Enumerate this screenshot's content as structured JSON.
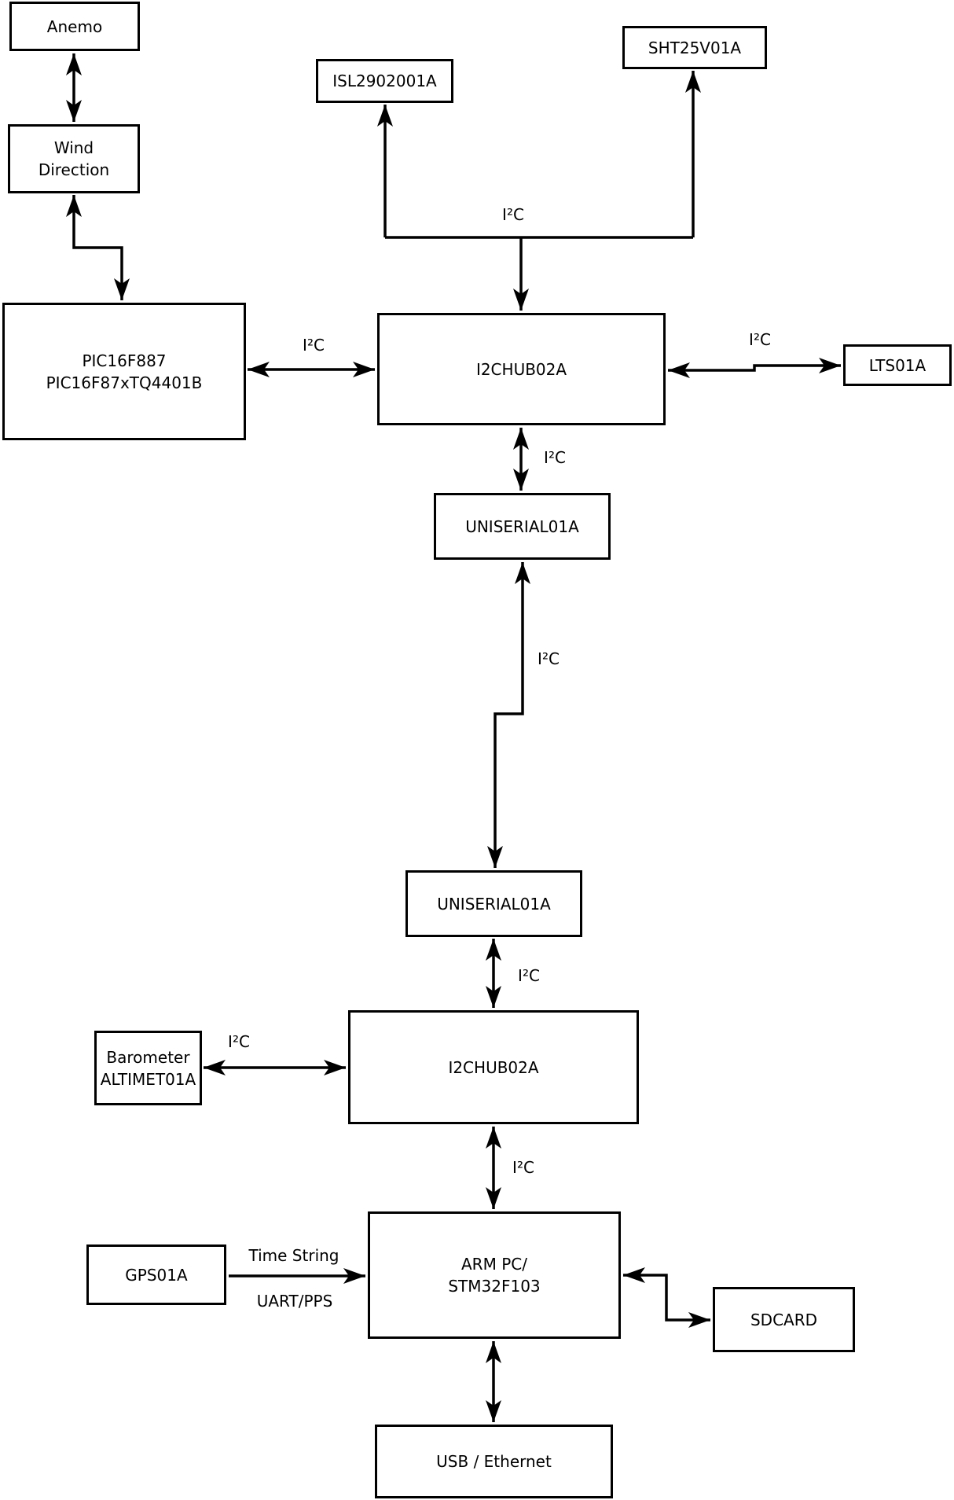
{
  "nodes": {
    "anemo": "Anemo",
    "wind_direction": "Wind\nDirection",
    "pic": "PIC16F887\nPIC16F87xTQ4401B",
    "isl": "ISL2902001A",
    "sht": "SHT25V01A",
    "i2chub_1": "I2CHUB02A",
    "lts": "LTS01A",
    "uniserial_1": "UNISERIAL01A",
    "uniserial_2": "UNISERIAL01A",
    "i2chub_2": "I2CHUB02A",
    "barometer": "Barometer\nALTIMET01A",
    "gps": "GPS01A",
    "arm_pc": "ARM PC/\nSTM32F103",
    "sdcard": "SDCARD",
    "usb_ethernet": "USB / Ethernet"
  },
  "edge_labels": {
    "i2c": "I²C",
    "time_string": "Time String",
    "uart_pps": "UART/PPS"
  },
  "colors": {
    "line": "#000000",
    "background": "#ffffff",
    "box_fill": "#ffffff"
  }
}
